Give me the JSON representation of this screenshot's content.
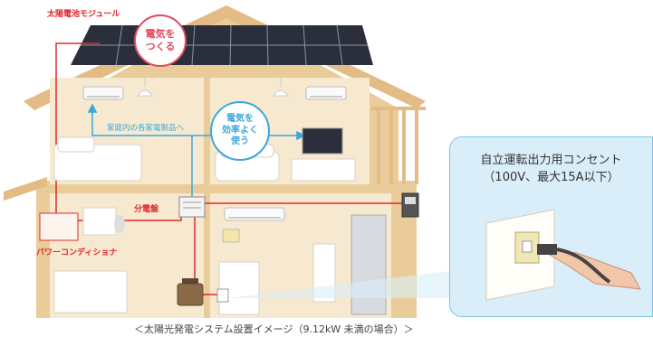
{
  "labels": {
    "solar_module": "太陽電池モジュール",
    "power_conditioner": "パワーコンディショナ",
    "distribution_board": "分電盤",
    "to_appliances": "家庭内の各家電製品へ"
  },
  "bubbles": {
    "make_line1": "電気を",
    "make_line2": "つくる",
    "use_line1": "電気を",
    "use_line2": "効率よく",
    "use_line3": "使う"
  },
  "callout": {
    "title_line1": "自立運転出力用コンセント",
    "title_line2": "（100V、最大15A以下）"
  },
  "caption": "＜太陽光発電システム設置イメージ（9.12kW 未満の場合）＞",
  "colors": {
    "wall": "#f7e9cf",
    "trim": "#e8c894",
    "roof_edge": "#e2bb85",
    "panel": "#2b2f3c",
    "red_line": "#e0282e",
    "blue_line": "#3ba7dc",
    "callout_bg": "#d9eef9"
  }
}
